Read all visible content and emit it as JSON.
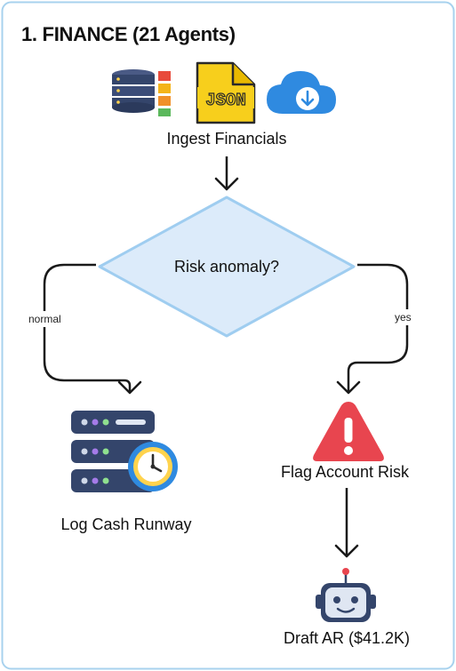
{
  "title": "1. FINANCE (21 Agents)",
  "ingest": {
    "label": "Ingest Financials",
    "json_badge": "JSON"
  },
  "decision": {
    "label": "Risk anomaly?",
    "no_branch": "normal",
    "yes_branch": "yes"
  },
  "left_step": {
    "label": "Log Cash Runway"
  },
  "right_step": {
    "label": "Flag Account Risk"
  },
  "final_step": {
    "label": "Draft AR ($41.2K)"
  },
  "colors": {
    "border": "#a8d2ee",
    "diamond_fill": "#dcebfa",
    "diamond_stroke": "#9fcdf0",
    "alert_red": "#e8454f",
    "json_yellow": "#f7cf1c",
    "cloud_blue": "#2f8ae0",
    "server_navy": "#34456b"
  }
}
